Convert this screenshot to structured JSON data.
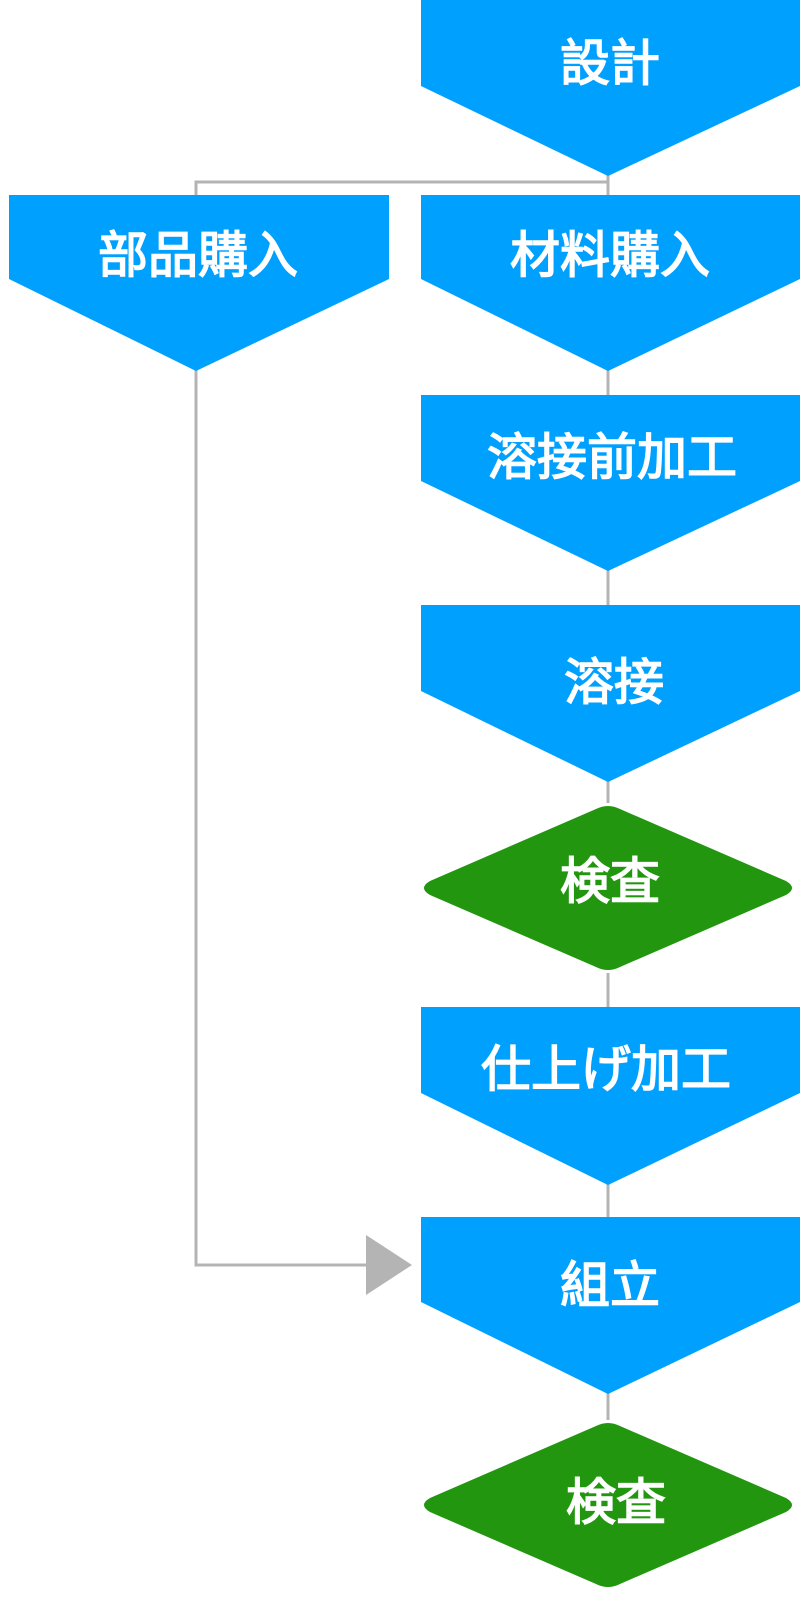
{
  "colors": {
    "process": "#00a0ff",
    "inspection": "#22960f",
    "connector": "#b4b4b4",
    "text": "#ffffff"
  },
  "nodes": [
    {
      "id": "design",
      "label": "設計",
      "kind": "process"
    },
    {
      "id": "parts-purchase",
      "label": "部品購入",
      "kind": "process"
    },
    {
      "id": "material-purchase",
      "label": "材料購入",
      "kind": "process"
    },
    {
      "id": "pre-weld-processing",
      "label": "溶接前加工",
      "kind": "process"
    },
    {
      "id": "welding",
      "label": "溶接",
      "kind": "process"
    },
    {
      "id": "inspection-1",
      "label": "検査",
      "kind": "inspection"
    },
    {
      "id": "finishing",
      "label": "仕上げ加工",
      "kind": "process"
    },
    {
      "id": "assembly",
      "label": "組立",
      "kind": "process"
    },
    {
      "id": "inspection-2",
      "label": "検査",
      "kind": "inspection"
    }
  ],
  "edges": [
    {
      "from": "design",
      "to": "material-purchase"
    },
    {
      "from": "design",
      "to": "parts-purchase"
    },
    {
      "from": "material-purchase",
      "to": "pre-weld-processing"
    },
    {
      "from": "pre-weld-processing",
      "to": "welding"
    },
    {
      "from": "welding",
      "to": "inspection-1"
    },
    {
      "from": "inspection-1",
      "to": "finishing"
    },
    {
      "from": "finishing",
      "to": "assembly"
    },
    {
      "from": "parts-purchase",
      "to": "assembly",
      "arrow": true
    },
    {
      "from": "assembly",
      "to": "inspection-2"
    }
  ]
}
